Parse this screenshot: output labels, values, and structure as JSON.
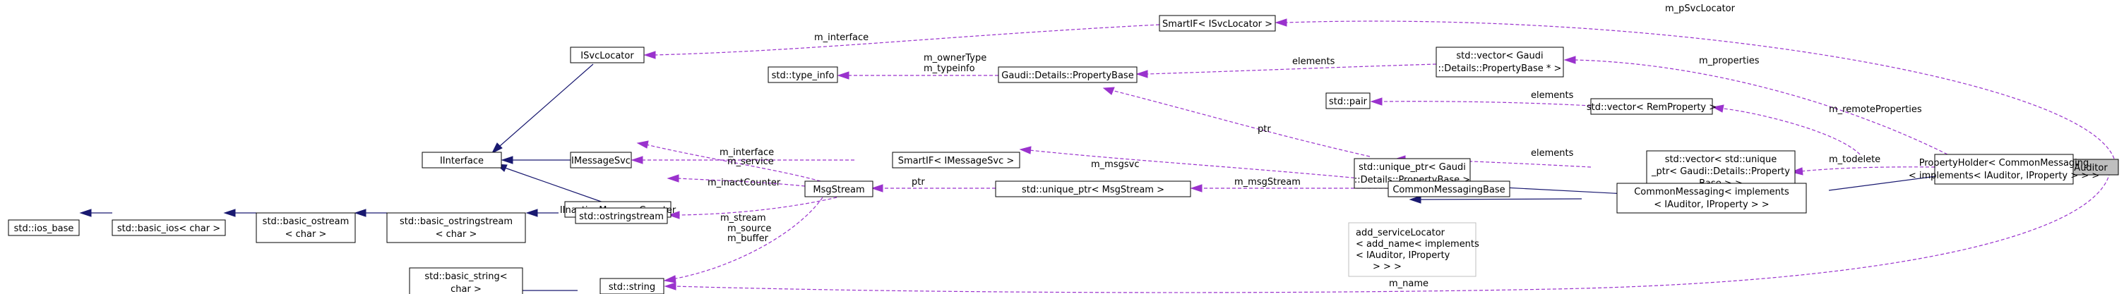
{
  "nodes": {
    "auditor": "Auditor",
    "smartif_isvclocator": "SmartIF< ISvcLocator >",
    "isvclocator": "ISvcLocator",
    "std_type_info": "std::type_info",
    "gaudi_propertybase": "Gaudi::Details::PropertyBase",
    "vector_propertybase": [
      "std::vector< Gaudi",
      "::Details::PropertyBase * >"
    ],
    "iinterface": "IInterface",
    "std_pair": "std::pair",
    "vector_remproperty": "std::vector< RemProperty >",
    "propertyholder": [
      "PropertyHolder< CommonMessaging",
      "< implements< IAuditor, IProperty > > >"
    ],
    "imessagesvc": "IMessageSvc",
    "smartif_imessagesvc": "SmartIF< IMessageSvc >",
    "unique_ptr_propertybase": [
      "std::unique_ptr< Gaudi",
      "::Details::PropertyBase >"
    ],
    "vector_unique_ptr": [
      "std::vector< std::unique",
      "_ptr< Gaudi::Details::Property",
      "Base > >"
    ],
    "iinactivemessagecounter": "IInactiveMessageCounter",
    "std_ios_base": "std::ios_base",
    "basic_ios": "std::basic_ios< char >",
    "basic_ostream": [
      "std::basic_ostream",
      "< char >"
    ],
    "basic_ostringstream": [
      "std::basic_ostringstream",
      "< char >"
    ],
    "msgstream": "MsgStream",
    "unique_ptr_msgstream": "std::unique_ptr< MsgStream >",
    "commonmessagingbase": "CommonMessagingBase",
    "commonmessaging": [
      "CommonMessaging< implements",
      "< IAuditor, IProperty > >"
    ],
    "ostringstream": "std::ostringstream",
    "add_servicelocator": [
      "add_serviceLocator",
      "< add_name< implements",
      "< IAuditor, IProperty",
      "> > >"
    ],
    "basic_string": [
      "std::basic_string<",
      "char >"
    ],
    "std_string": "std::string"
  },
  "edge_labels": {
    "m_pSvcLocator": "m_pSvcLocator",
    "m_interface_svc": "m_interface",
    "m_ownerType": "m_ownerType",
    "m_typeinfo": "m_typeinfo",
    "elements_vector": "elements",
    "m_properties": "m_properties",
    "elements_pair": "elements",
    "m_remoteProperties": "m_remoteProperties",
    "m_interface_msg": "m_interface",
    "ptr_unique": "ptr",
    "elements_unique": "elements",
    "m_todelete": "m_todelete",
    "m_msgsvc": "m_msgsvc",
    "m_service": "m_service",
    "m_inactCounter": "m_inactCounter",
    "ptr_msgstream": "ptr",
    "m_msgStream": "m_msgStream",
    "m_stream": "m_stream",
    "m_source": "m_source",
    "m_buffer": "m_buffer",
    "m_name": "m_name"
  },
  "colors": {
    "inheritance": "#191970",
    "usage": "#9a32cd",
    "focus_fill": "#bfbfbf",
    "template_border": "#bfbfbf"
  }
}
